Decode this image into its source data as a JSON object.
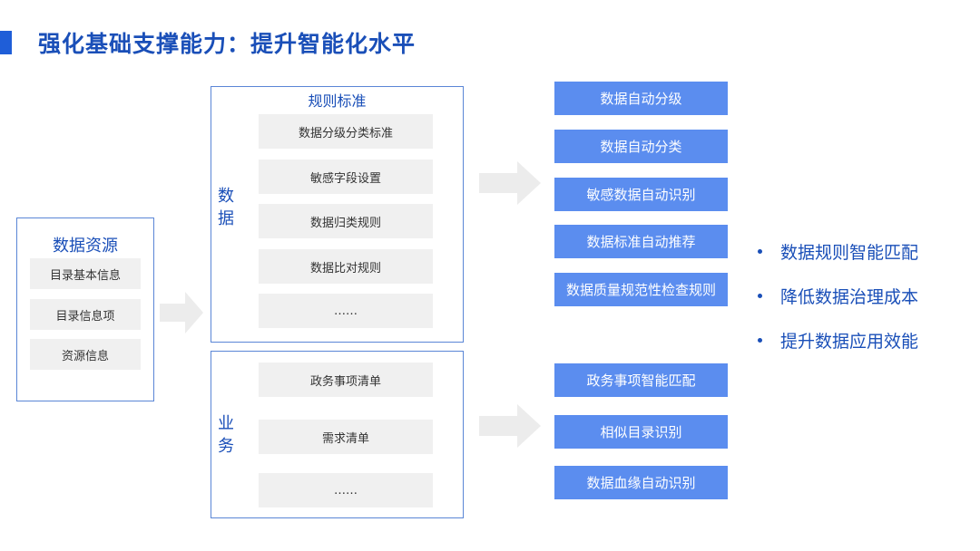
{
  "title": "强化基础支撑能力：提升智能化水平",
  "resources": {
    "title": "数据资源",
    "items": [
      "目录基本信息",
      "目录信息项",
      "资源信息"
    ]
  },
  "data_section": {
    "vertical_label": [
      "数",
      "据"
    ],
    "rules_label": "规则标准",
    "items": [
      "数据分级分类标准",
      "敏感字段设置",
      "数据归类规则",
      "数据比对规则",
      "……"
    ]
  },
  "business_section": {
    "vertical_label": [
      "业",
      "务"
    ],
    "items": [
      "政务事项清单",
      "需求清单",
      "……"
    ]
  },
  "data_outputs": [
    "数据自动分级",
    "数据自动分类",
    "敏感数据自动识别",
    "数据标准自动推荐",
    "数据质量规范性检查规则"
  ],
  "business_outputs": [
    "政务事项智能匹配",
    "相似目录识别",
    "数据血缘自动识别"
  ],
  "benefits": [
    "数据规则智能匹配",
    "降低数据治理成本",
    "提升数据应用效能"
  ],
  "colors": {
    "accent": "#1f5ed8",
    "box_blue": "#5b8def",
    "text_blue": "#1a4fb8",
    "gray_box": "#f0f0f0",
    "arrow": "#ececec"
  }
}
